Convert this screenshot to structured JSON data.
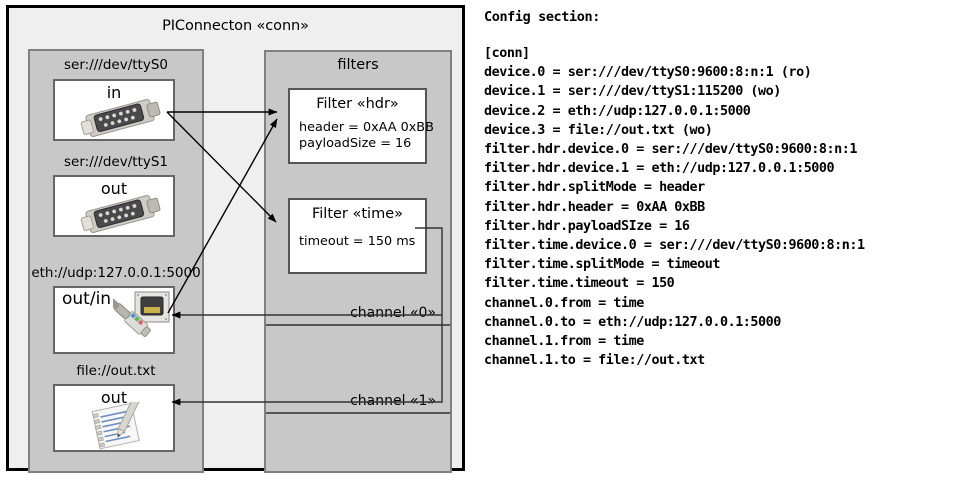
{
  "diagram": {
    "title": "PIConnecton «conn»",
    "devices_group": {
      "title": "",
      "devices": [
        {
          "label": "ser:///dev/ttyS0",
          "caption": "in",
          "icon": "serial-port-icon"
        },
        {
          "label": "ser:///dev/ttyS1",
          "caption": "out",
          "icon": "serial-port-icon"
        },
        {
          "label": "eth://udp:127.0.0.1:5000",
          "caption": "out/in",
          "icon": "ethernet-icon"
        },
        {
          "label": "file://out.txt",
          "caption": "out",
          "icon": "text-file-icon"
        }
      ]
    },
    "filters_group": {
      "title": "filters",
      "filters": [
        {
          "title": "Filter «hdr»",
          "props": [
            "header = 0xAA 0xBB",
            "payloadSize = 16"
          ]
        },
        {
          "title": "Filter «time»",
          "props": [
            "timeout = 150 ms"
          ]
        }
      ],
      "channels": [
        {
          "label": "channel «0»"
        },
        {
          "label": "channel «1»"
        }
      ]
    }
  },
  "config": {
    "heading": "Config section:",
    "lines": [
      "[conn]",
      "device.0 = ser:///dev/ttyS0:9600:8:n:1 (ro)",
      "device.1 = ser:///dev/ttyS1:115200 (wo)",
      "device.2 = eth://udp:127.0.0.1:5000",
      "device.3 = file://out.txt (wo)",
      "filter.hdr.device.0 = ser:///dev/ttyS0:9600:8:n:1",
      "filter.hdr.device.1 = eth://udp:127.0.0.1:5000",
      "filter.hdr.splitMode = header",
      "filter.hdr.header = 0xAA 0xBB",
      "filter.hdr.payloadSIze = 16",
      "filter.time.device.0 = ser:///dev/ttyS0:9600:8:n:1",
      "filter.time.splitMode = timeout",
      "filter.time.timeout = 150",
      "channel.0.from = time",
      "channel.0.to = eth://udp:127.0.0.1:5000",
      "channel.1.from = time",
      "channel.1.to = file://out.txt"
    ]
  },
  "colors": {
    "frame_border": "#000000",
    "frame_fill": "#efefef",
    "group_fill": "#c8c8c8",
    "group_border": "#808080",
    "node_fill": "#ffffff",
    "node_border": "#666666",
    "arrow": "#000000"
  }
}
